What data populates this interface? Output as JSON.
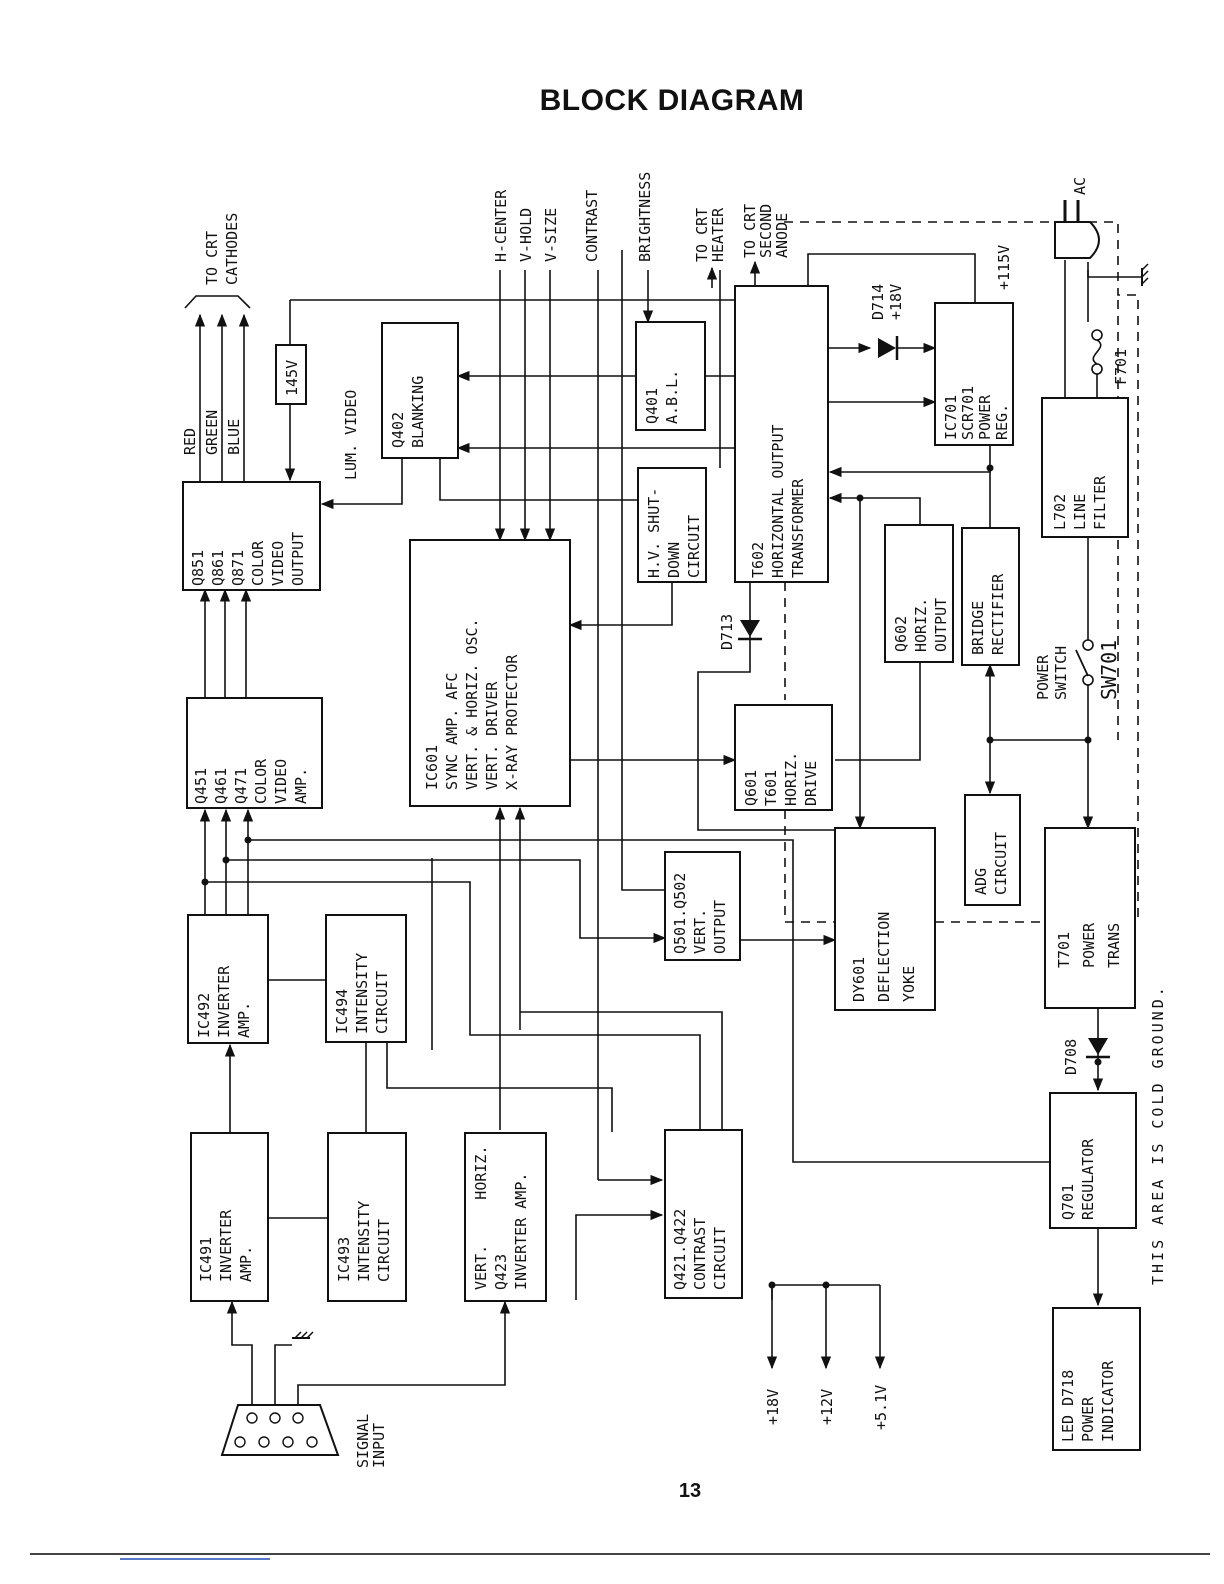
{
  "title": "BLOCK DIAGRAM",
  "page_number": "13",
  "blocks": {
    "color_video_output": [
      "Q851",
      "Q861",
      "Q871",
      "COLOR",
      "VIDEO",
      "OUTPUT"
    ],
    "color_video_amp": [
      "Q451",
      "Q461",
      "Q471",
      "COLOR",
      "VIDEO",
      "AMP."
    ],
    "ic492": [
      "IC492",
      "INVERTER",
      "AMP."
    ],
    "ic494": [
      "IC494",
      "INTENSITY",
      "CIRCUIT"
    ],
    "ic491": [
      "IC491",
      "INVERTER",
      "AMP."
    ],
    "ic493": [
      "IC493",
      "INTENSITY",
      "CIRCUIT"
    ],
    "q423": [
      "VERT.     HORIZ.",
      "Q423",
      "INVERTER AMP."
    ],
    "contrast_circuit": [
      "Q421.Q422",
      "CONTRAST",
      "CIRCUIT"
    ],
    "blanking": [
      "Q402",
      "BLANKING"
    ],
    "v145": "145V",
    "ic601": [
      "IC601",
      "SYNC AMP. AFC",
      "VERT. & HORIZ. OSC.",
      "VERT. DRIVER",
      "X-RAY PROTECTOR"
    ],
    "abl": [
      "Q401",
      "A.B.L."
    ],
    "hv_shutdown": [
      "H.V. SHUT-",
      "DOWN",
      "CIRCUIT"
    ],
    "t602": [
      "T602",
      "HORIZONTAL OUTPUT",
      "TRANSFORMER"
    ],
    "vert_output": [
      "Q501.Q502",
      "VERT.",
      "OUTPUT"
    ],
    "horiz_drive": [
      "Q601",
      "T601",
      "HORIZ.",
      "DRIVE"
    ],
    "horiz_output": [
      "Q602",
      "HORIZ.",
      "OUTPUT"
    ],
    "deflection_yoke": [
      "DY601",
      "DEFLECTION",
      "YOKE"
    ],
    "power_reg": [
      "IC701",
      "SCR701",
      "POWER",
      "REG."
    ],
    "bridge_rectifier": [
      "BRIDGE",
      "RECTIFIER"
    ],
    "adg": [
      "ADG",
      "CIRCUIT"
    ],
    "line_filter": [
      "L702",
      "LINE",
      "FILTER"
    ],
    "power_trans": [
      "T701",
      "POWER",
      "TRANS"
    ],
    "regulator": [
      "Q701",
      "REGULATOR"
    ],
    "led": [
      "LED  D718",
      "POWER",
      "INDICATOR"
    ]
  },
  "labels": {
    "to_crt_cathodes": [
      "TO CRT",
      "CATHODES"
    ],
    "rgb": [
      "RED",
      "GREEN",
      "BLUE"
    ],
    "lum_video": "LUM. VIDEO",
    "controls": [
      "H-CENTER",
      "V-HOLD",
      "V-SIZE",
      "CONTRAST",
      "BRIGHTNESS"
    ],
    "to_crt_heater": [
      "TO CRT",
      "HEATER"
    ],
    "to_crt_second_anode": [
      "TO CRT",
      "SECOND",
      "ANODE"
    ],
    "d714": [
      "D714",
      "+18V"
    ],
    "plus115v": "+115V",
    "ac": "AC",
    "f701": "F701",
    "d713": "D713",
    "power_switch": [
      "POWER",
      "SWITCH"
    ],
    "sw701": "SW701",
    "d708": "D708",
    "cold_ground": "THIS AREA IS COLD GROUND.",
    "signal_input": [
      "SIGNAL",
      "INPUT"
    ],
    "rails": [
      "+18V",
      "+12V",
      "+5.1V"
    ]
  }
}
